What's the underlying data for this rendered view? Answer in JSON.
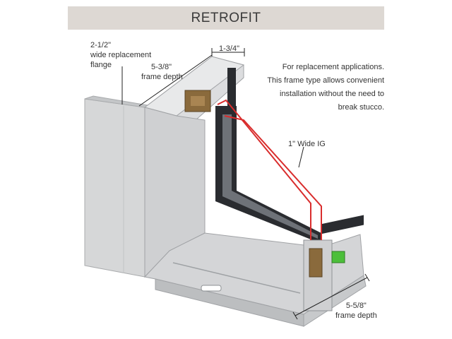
{
  "title": "RETROFIT",
  "description_lines": [
    "For replacement applications.",
    "This frame type allows convenient",
    "installation without the need to",
    "break stucco."
  ],
  "labels": {
    "flange_line1": "2-1/2\"",
    "flange_line2": "wide replacement",
    "flange_line3": "flange",
    "top_width": "1-3/4\"",
    "frame_depth_top_1": "5-3/8\"",
    "frame_depth_top_2": "frame depth",
    "ig": "1\" Wide IG",
    "frame_depth_bottom_1": "5-5/8\"",
    "frame_depth_bottom_2": "frame depth"
  },
  "colors": {
    "title_bg": "#ddd8d3",
    "frame": "#d9dadb",
    "frame_dark": "#b9bbbd",
    "glass_edge": "#2a2c30",
    "wood": "#8a6a3c",
    "ig_line": "#d92d2d",
    "green_clip": "#4cbf3a"
  }
}
